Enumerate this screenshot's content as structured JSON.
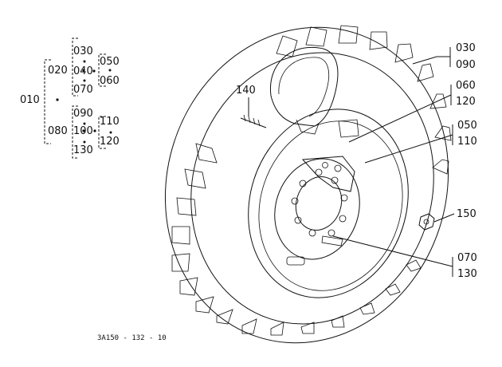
{
  "tree": {
    "root": "010",
    "n020": "020",
    "n030": "030",
    "n040": "040",
    "n070": "070",
    "n050": "050",
    "n060": "060",
    "n080": "080",
    "n090": "090",
    "n100": "100",
    "n130": "130",
    "n110": "110",
    "n120": "120"
  },
  "callouts": {
    "c030": "030",
    "c090": "090",
    "c060": "060",
    "c120": "120",
    "c050": "050",
    "c110": "110",
    "c150": "150",
    "c070": "070",
    "c130": "130",
    "c140": "140"
  },
  "figure_code": "3A150 - 132 - 10",
  "colors": {
    "ink": "#111111",
    "paper": "#ffffff"
  }
}
